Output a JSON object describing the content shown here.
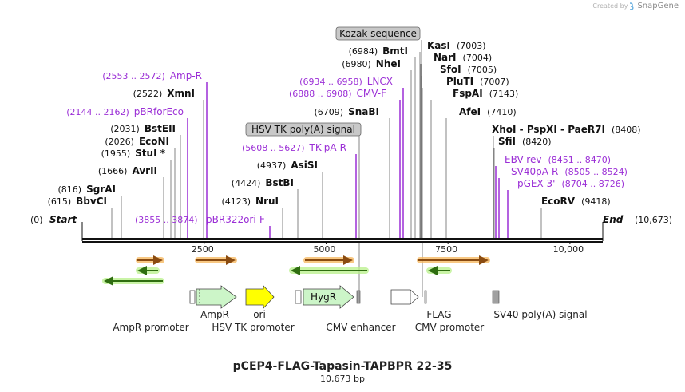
{
  "credit": {
    "prefix": "Created by",
    "brand": "SnapGene"
  },
  "plasmid": {
    "name": "pCEP4-FLAG-Tapasin-TAPBPR 22-35",
    "size_label": "10,673 bp"
  },
  "ruler": {
    "start_label": "Start",
    "start_pos": "(0)",
    "end_label": "End",
    "end_pos": "(10,673)",
    "ticks": [
      "2500",
      "5000",
      "7500",
      "10,000"
    ]
  },
  "sites": [
    {
      "pos": "(0)",
      "name": "Start",
      "kind": "start"
    },
    {
      "pos": "(615)",
      "name": "BbvCI",
      "kind": "enzyme"
    },
    {
      "pos": "(816)",
      "name": "SgrAI",
      "kind": "enzyme"
    },
    {
      "pos": "(1666)",
      "name": "AvrII",
      "kind": "enzyme"
    },
    {
      "pos": "(1955)",
      "name": "StuI *",
      "kind": "enzyme"
    },
    {
      "pos": "(2026)",
      "name": "EcoNI",
      "kind": "enzyme"
    },
    {
      "pos": "(2031)",
      "name": "BstEII",
      "kind": "enzyme"
    },
    {
      "pos": "(2144 .. 2162)",
      "name": "pBRforEco",
      "kind": "primer"
    },
    {
      "pos": "(2522)",
      "name": "XmnI",
      "kind": "enzyme"
    },
    {
      "pos": "(2553 .. 2572)",
      "name": "Amp-R",
      "kind": "primer"
    },
    {
      "pos": "(3855 .. 3874)",
      "name": "pBR322ori-F",
      "kind": "primer"
    },
    {
      "pos": "(4123)",
      "name": "NruI",
      "kind": "enzyme"
    },
    {
      "pos": "(4424)",
      "name": "BstBI",
      "kind": "enzyme"
    },
    {
      "pos": "(4937)",
      "name": "AsiSI",
      "kind": "enzyme"
    },
    {
      "pos": "(5608 .. 5627)",
      "name": "TK-pA-R",
      "kind": "primer"
    },
    {
      "pos": "",
      "name": "HSV TK poly(A) signal",
      "kind": "feature-box"
    },
    {
      "pos": "(6709)",
      "name": "SnaBI",
      "kind": "enzyme"
    },
    {
      "pos": "(6888 .. 6908)",
      "name": "CMV-F",
      "kind": "primer"
    },
    {
      "pos": "(6934 .. 6958)",
      "name": "LNCX",
      "kind": "primer"
    },
    {
      "pos": "(6980)",
      "name": "NheI",
      "kind": "enzyme"
    },
    {
      "pos": "(6984)",
      "name": "BmtI",
      "kind": "enzyme"
    },
    {
      "pos": "",
      "name": "Kozak sequence",
      "kind": "feature-box"
    },
    {
      "pos": "(7003)",
      "name": "KasI",
      "kind": "enzyme"
    },
    {
      "pos": "(7004)",
      "name": "NarI",
      "kind": "enzyme"
    },
    {
      "pos": "(7005)",
      "name": "SfoI",
      "kind": "enzyme"
    },
    {
      "pos": "(7007)",
      "name": "PluTI",
      "kind": "enzyme"
    },
    {
      "pos": "(7143)",
      "name": "FspAI",
      "kind": "enzyme"
    },
    {
      "pos": "(7410)",
      "name": "AfeI",
      "kind": "enzyme"
    },
    {
      "pos": "(8408)",
      "name": "XhoI  -  PspXI  -  PaeR7I",
      "kind": "enzyme"
    },
    {
      "pos": "(8420)",
      "name": "SfiI",
      "kind": "enzyme"
    },
    {
      "pos": "(8451 .. 8470)",
      "name": "EBV-rev",
      "kind": "primer"
    },
    {
      "pos": "(8505 .. 8524)",
      "name": "SV40pA-R",
      "kind": "primer"
    },
    {
      "pos": "(8704 .. 8726)",
      "name": "pGEX 3'",
      "kind": "primer"
    },
    {
      "pos": "(9418)",
      "name": "EcoRV",
      "kind": "enzyme"
    },
    {
      "pos": "(10,673)",
      "name": "End",
      "kind": "end"
    }
  ],
  "features": [
    {
      "name": "AmpR promoter",
      "type": "promoter"
    },
    {
      "name": "AmpR",
      "type": "cds"
    },
    {
      "name": "HSV TK promoter",
      "type": "promoter"
    },
    {
      "name": "ori",
      "type": "origin"
    },
    {
      "name": "HygR",
      "type": "cds"
    },
    {
      "name": "CMV enhancer",
      "type": "enhancer"
    },
    {
      "name": "CMV promoter",
      "type": "promoter"
    },
    {
      "name": "FLAG",
      "type": "tag"
    },
    {
      "name": "SV40 poly(A) signal",
      "type": "polyA"
    }
  ],
  "colors": {
    "enzyme_text": "#111111",
    "primer": "#9b2fd6",
    "feature_box": "#c8c8c8",
    "orf_fill": "#f6b55a",
    "orf_arrow": "#8a4b10",
    "rev_fill": "#b8f08a",
    "rev_arrow": "#2f6e10",
    "cds": "#ccf5c8",
    "origin": "#ffff00",
    "polyA": "#a0a0a0"
  }
}
